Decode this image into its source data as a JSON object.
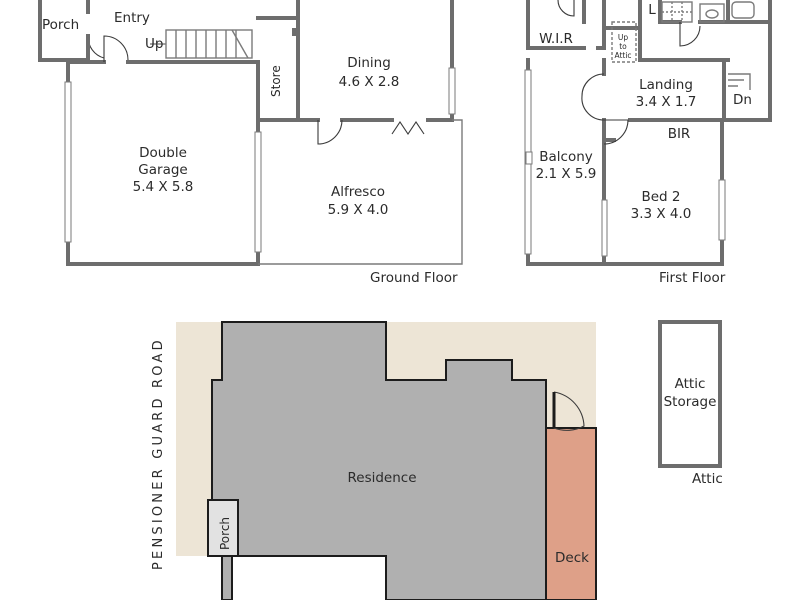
{
  "ground_floor": {
    "caption": "Ground Floor",
    "porch": "Porch",
    "entry": "Entry",
    "up": "Up",
    "store": "Store",
    "dining": {
      "name": "Dining",
      "size": "4.6 X 2.8"
    },
    "garage": {
      "name_line1": "Double",
      "name_line2": "Garage",
      "size": "5.4 X 5.8"
    },
    "alfresco": {
      "name": "Alfresco",
      "size": "5.9 X 4.0"
    }
  },
  "first_floor": {
    "caption": "First Floor",
    "wir": "W.I.R",
    "l": "L",
    "up_to_attic": [
      "Up",
      "to",
      "Attic"
    ],
    "landing": {
      "name": "Landing",
      "size": "3.4 X 1.7"
    },
    "dn": "Dn",
    "bir": "BIR",
    "balcony": {
      "name": "Balcony",
      "size": "2.1 X 5.9"
    },
    "bed2": {
      "name": "Bed 2",
      "size": "3.3 X 4.0"
    }
  },
  "site": {
    "road": "PENSIONER GUARD ROAD",
    "residence": "Residence",
    "porch": "Porch",
    "deck": "Deck",
    "colors": {
      "lot": "#ede5d6",
      "residence": "#b0b0b0",
      "deck": "#dea088",
      "outline": "#1c1c1c"
    }
  },
  "attic": {
    "caption": "Attic",
    "storage_line1": "Attic",
    "storage_line2": "Storage"
  }
}
